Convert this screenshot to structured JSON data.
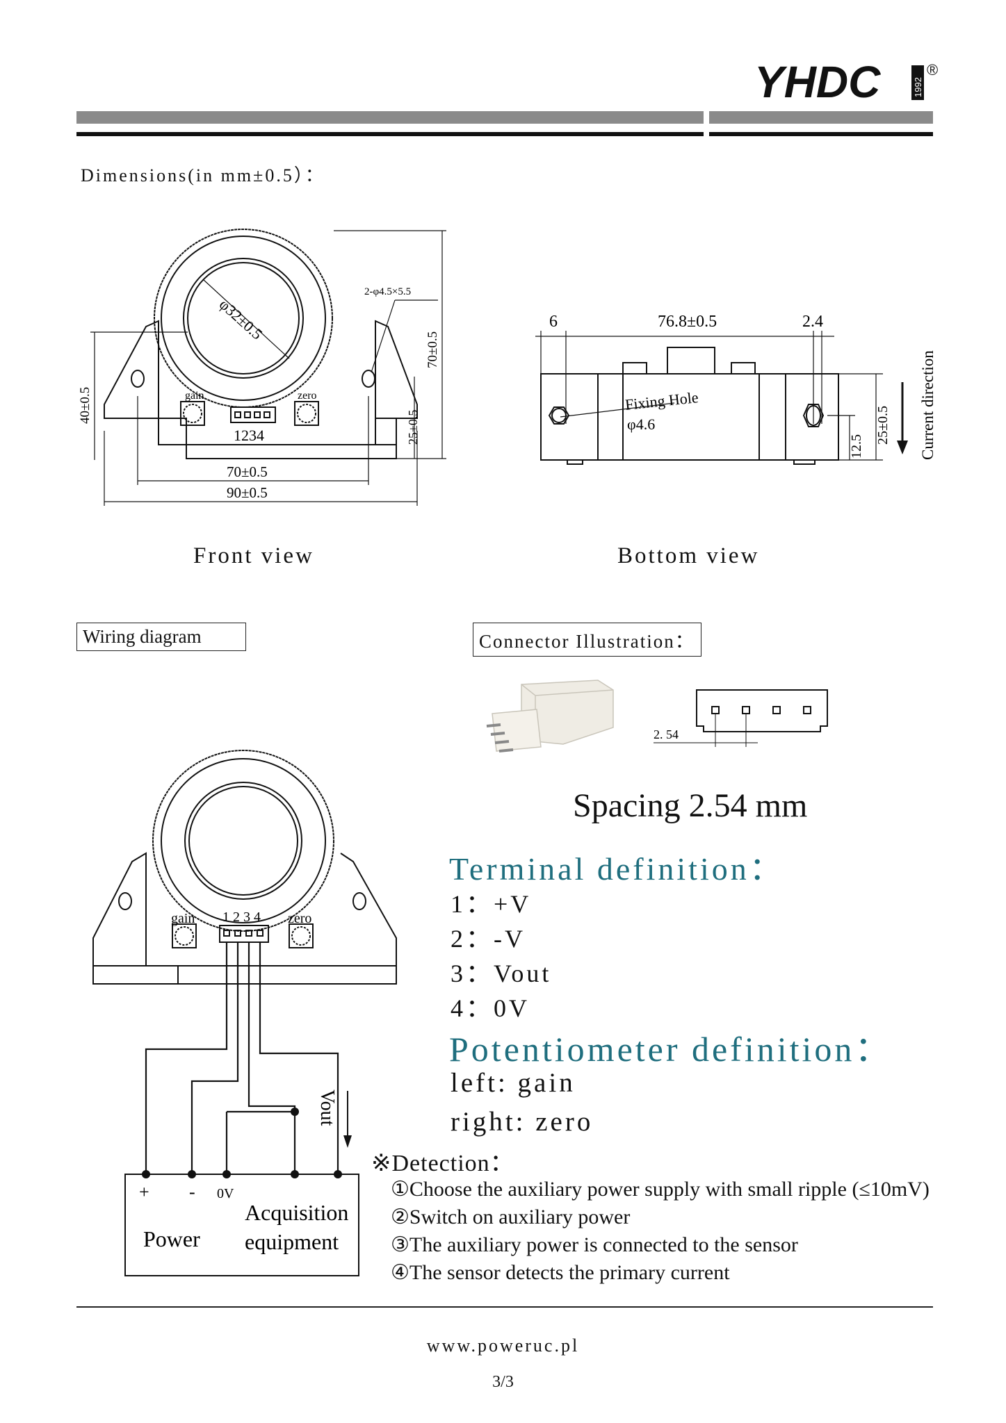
{
  "brand": {
    "logo_text": "YHDC",
    "logo_year": "1992",
    "registered_mark": "®"
  },
  "dimensions_title": "Dimensions(in mm±0.5）：",
  "front_view": {
    "label": "Front view",
    "dim_diameter": "φ32±0.5",
    "dim_holes": "2-φ4.5×5.5",
    "dim_height_total": "70±0.5",
    "dim_height_left": "40±0.5",
    "dim_height_right": "25±0.5",
    "dim_hole_spacing": "70±0.5",
    "dim_width": "90±0.5",
    "gain_label": "gain",
    "zero_label": "zero",
    "pins_label": "1234"
  },
  "bottom_view": {
    "label": "Bottom view",
    "dim_left": "6",
    "dim_length": "76.8±0.5",
    "dim_right": "2.4",
    "fixing_hole_label": "Fixing Hole",
    "fixing_hole_size": "φ4.6",
    "dim_12_5": "12.5",
    "dim_25": "25±0.5",
    "current_direction": "Current direction"
  },
  "wiring": {
    "label": "Wiring diagram",
    "gain_label": "gain",
    "zero_label": "zero",
    "pins_label": "1 2 3 4",
    "vout_label": "Vout",
    "plus": "+",
    "minus": "-",
    "zero_v": "0V",
    "power": "Power",
    "acq_line1": "Acquisition",
    "acq_line2": "equipment"
  },
  "connector": {
    "label": "Connector Illustration：",
    "pitch_label": "2. 54",
    "spacing_text": "Spacing  2.54 mm"
  },
  "terminal": {
    "heading": "Terminal definition：",
    "items": [
      "1：+V",
      "2：-V",
      "3：Vout",
      "4：0V"
    ]
  },
  "potentiometer": {
    "heading": "Potentiometer definition：",
    "items": [
      "left:  gain",
      "right:  zero"
    ]
  },
  "detection": {
    "heading": "※Detection：",
    "steps": [
      "①Choose the auxiliary power supply with small ripple (≤10mV)",
      "②Switch on auxiliary power",
      "③The auxiliary power is connected to the sensor",
      "④The sensor detects the primary current"
    ]
  },
  "footer": {
    "website": "www.poweruc.pl",
    "page": "3/3"
  }
}
